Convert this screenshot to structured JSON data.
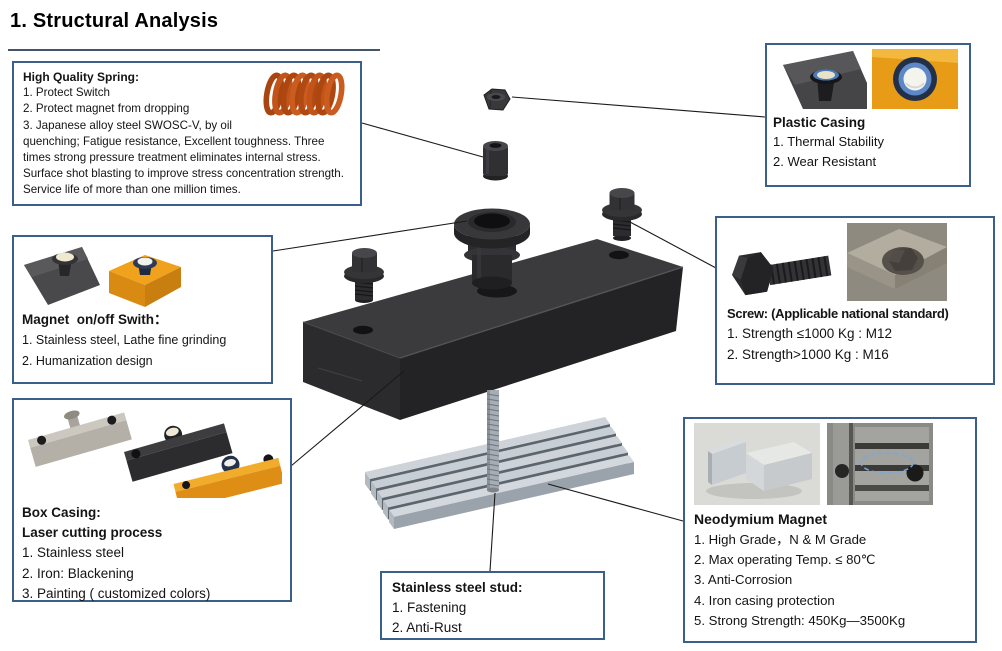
{
  "title": "1. Structural Analysis",
  "colors": {
    "callout_border": "#3a5f8a",
    "title_underline": "#44546a",
    "spring_orange": "#c2541a",
    "part_dark_grey": "#2c2c2f",
    "magnet_silver": "#cdd3d9",
    "casing_orange": "#e2901c"
  },
  "callouts": {
    "spring": {
      "heading": "High Quality Spring:",
      "items": [
        "1. Protect Switch",
        "2. Protect magnet from dropping",
        "3. Japanese alloy steel SWOSC-V, by oil quenching; Fatigue resistance, Excellent toughness. Three times strong pressure treatment eliminates internal stress. Surface shot blasting to improve stress concentration strength. Service life of more than one million times."
      ]
    },
    "plastic_casing": {
      "heading": "Plastic Casing",
      "items": [
        "1. Thermal Stability",
        "2. Wear Resistant"
      ]
    },
    "switch": {
      "heading": "Magnet  on/off Swith：",
      "items": [
        "1. Stainless steel, Lathe fine grinding",
        "2. Humanization design"
      ]
    },
    "screw": {
      "heading": "Screw: (Applicable national standard)",
      "items": [
        "1. Strength ≤1000 Kg : M12",
        "2. Strength>1000 Kg : M16"
      ]
    },
    "box_casing": {
      "heading": "Box Casing:",
      "heading2": "Laser cutting process",
      "items": [
        "1. Stainless steel",
        "2. Iron: Blackening",
        "3. Painting ( customized colors)"
      ]
    },
    "stud": {
      "heading": "Stainless steel stud:",
      "items": [
        "1. Fastening",
        "2. Anti-Rust"
      ]
    },
    "magnet": {
      "heading": "Neodymium Magnet",
      "items": [
        "1. High Grade，N & M Grade",
        "2. Max operating Temp. ≤ 80℃",
        "3. Anti-Corrosion",
        "4. Iron casing protection",
        "5. Strong Strength: 450Kg—3500Kg"
      ]
    }
  }
}
